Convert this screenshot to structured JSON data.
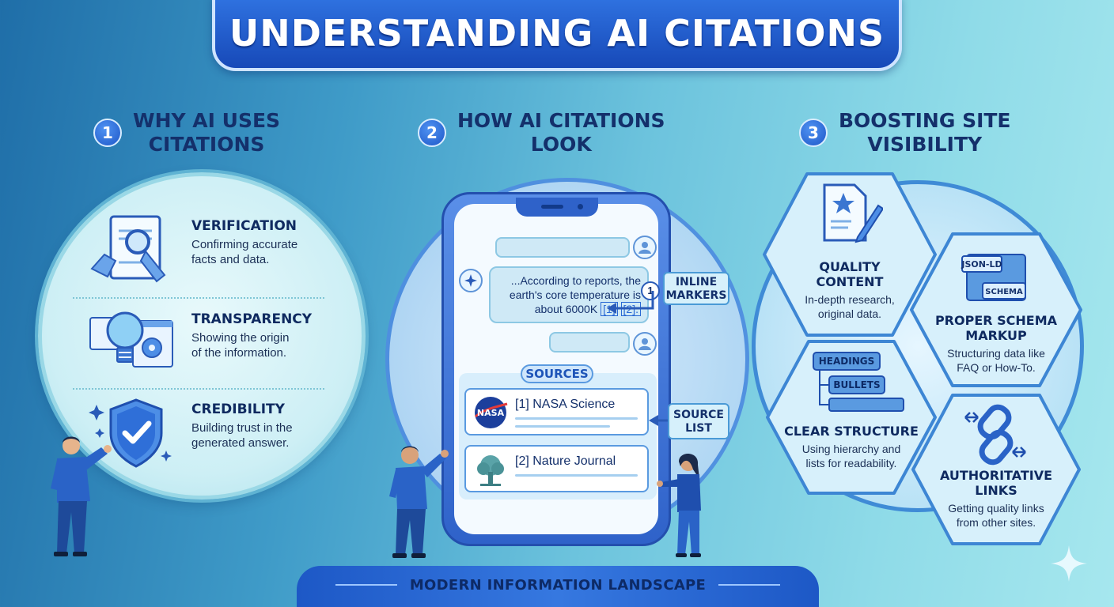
{
  "title": "UNDERSTANDING AI CITATIONS",
  "sections": [
    {
      "number": "1",
      "heading_line1": "WHY AI USES",
      "heading_line2": "CITATIONS",
      "items": [
        {
          "title": "VERIFICATION",
          "desc_line1": "Confirming accurate",
          "desc_line2": "facts and data."
        },
        {
          "title": "TRANSPARENCY",
          "desc_line1": "Showing the origin",
          "desc_line2": "of the information."
        },
        {
          "title": "CREDIBILITY",
          "desc_line1": "Building trust in the",
          "desc_line2": "generated answer."
        }
      ]
    },
    {
      "number": "2",
      "heading_line1": "HOW AI CITATIONS",
      "heading_line2": "LOOK",
      "answer_line1": "...According to reports, the",
      "answer_line2": "earth's core temperature is",
      "answer_line3_prefix": "about 6000K",
      "ref1": "[1]",
      "ref2": "[2].",
      "inline_callout_num": "1",
      "inline_callout_line1": "INLINE",
      "inline_callout_line2": "MARKERS",
      "sources_label": "SOURCES",
      "sources": [
        {
          "label": "[1] NASA Science",
          "logo": "NASA"
        },
        {
          "label": "[2] Nature Journal",
          "logo": "tree-icon"
        }
      ],
      "source_callout_line1": "SOURCE",
      "source_callout_line2": "LIST"
    },
    {
      "number": "3",
      "heading_line1": "BOOSTING SITE",
      "heading_line2": "VISIBILITY",
      "hexes": [
        {
          "title_line1": "QUALITY",
          "title_line2": "CONTENT",
          "desc_line1": "In-depth research,",
          "desc_line2": "original data."
        },
        {
          "title_line1": "PROPER SCHEMA",
          "title_line2": "MARKUP",
          "desc_line1": "Structuring data like",
          "desc_line2": "FAQ or How-To.",
          "tag1": "JSON-LD",
          "tag2": "SCHEMA"
        },
        {
          "title_line1": "CLEAR STRUCTURE",
          "title_line2": "",
          "desc_line1": "Using hierarchy and",
          "desc_line2": "lists for readability.",
          "tag1": "HEADINGS",
          "tag2": "BULLETS"
        },
        {
          "title_line1": "AUTHORITATIVE",
          "title_line2": "LINKS",
          "desc_line1": "Getting quality links",
          "desc_line2": "from other sites."
        }
      ]
    }
  ],
  "footer": "MODERN INFORMATION LANDSCAPE",
  "colors": {
    "primary": "#1749b8",
    "accent": "#3f8bd6",
    "text": "#14306b",
    "background_start": "#1f6ea8",
    "background_end": "#a6e7ee"
  }
}
